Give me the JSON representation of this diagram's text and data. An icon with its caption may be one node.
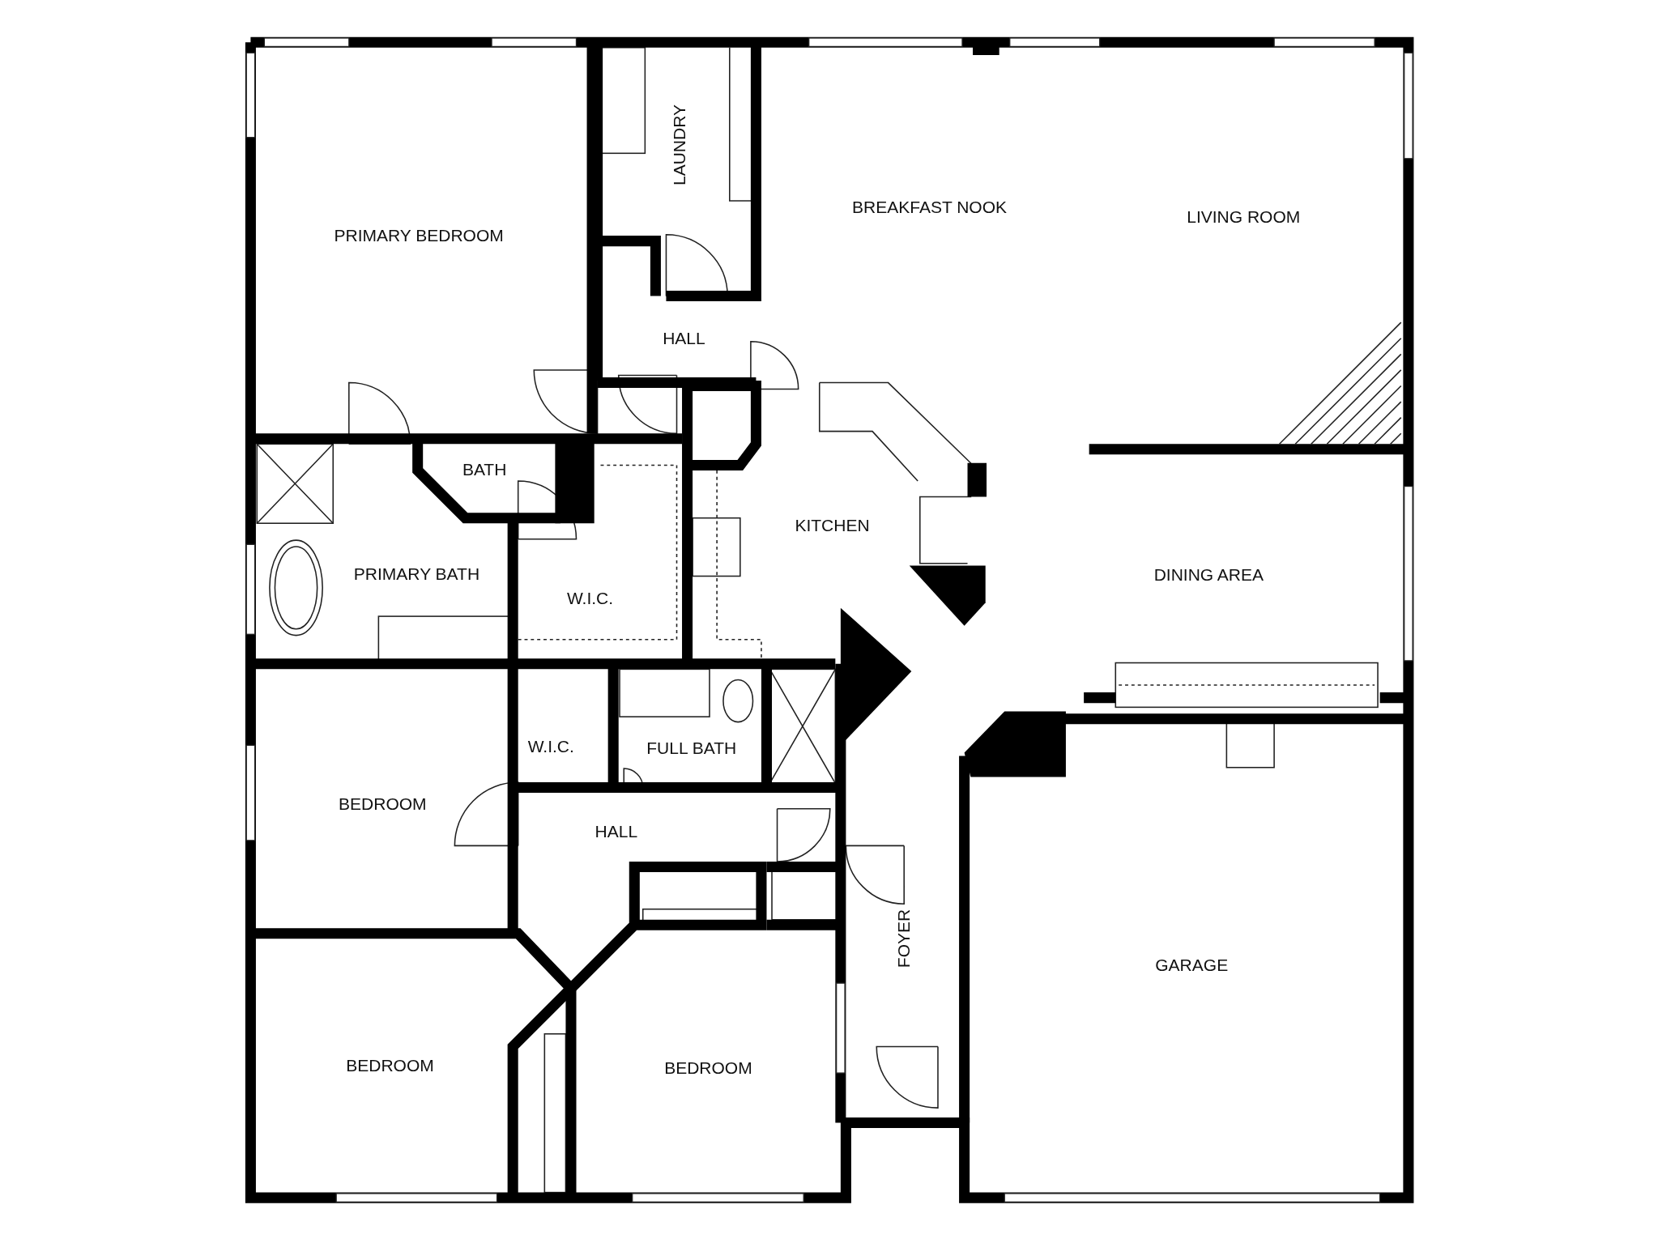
{
  "diagram": {
    "labels": [
      "PRIMARY BEDROOM",
      "LAUNDRY",
      "BREAKFAST NOOK",
      "LIVING ROOM",
      "HALL",
      "BATH",
      "KITCHEN",
      "PRIMARY BATH",
      "W.I.C.",
      "DINING AREA",
      "W.I.C.",
      "FULL BATH",
      "BEDROOM",
      "HALL",
      "FOYER",
      "GARAGE",
      "BEDROOM",
      "BEDROOM"
    ]
  }
}
